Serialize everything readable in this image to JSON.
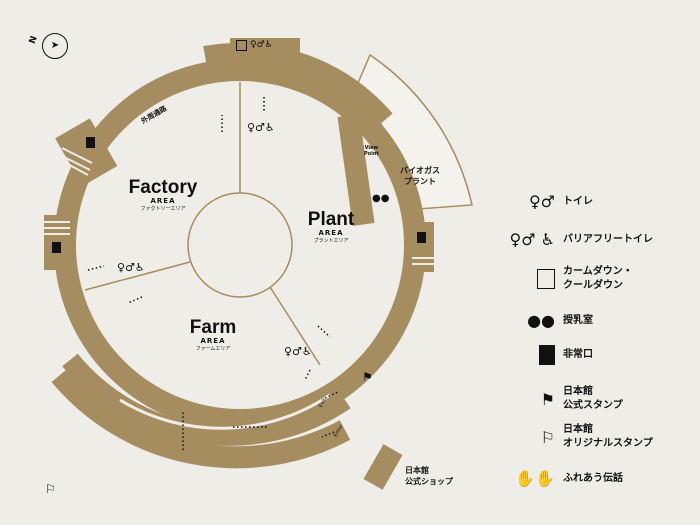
{
  "compass": {
    "north_label": "N"
  },
  "areas": [
    {
      "name": "Factory",
      "sub": "AREA",
      "jp": "ファクトリーエリア"
    },
    {
      "name": "Plant",
      "sub": "AREA",
      "jp": "プラントエリア"
    },
    {
      "name": "Farm",
      "sub": "AREA",
      "jp": "ファームエリア"
    }
  ],
  "map_labels": {
    "outer_path": "外周通路",
    "biogas_line1": "バイオガス",
    "biogas_line2": "プラント",
    "view_point_line1": "View",
    "view_point_line2": "Point",
    "exit": "Exit",
    "enter": "Enter",
    "shop_line1": "日本館",
    "shop_line2": "公式ショップ"
  },
  "legend": [
    {
      "icon": "restroom-icon",
      "lines": [
        "トイレ"
      ]
    },
    {
      "icon": "accessible-restroom-icon",
      "lines": [
        "バリアフリートイレ"
      ]
    },
    {
      "icon": "calm-down-room-icon",
      "lines": [
        "カームダウン・",
        "クールダウン"
      ]
    },
    {
      "icon": "nursing-room-icon",
      "lines": [
        "授乳室"
      ]
    },
    {
      "icon": "emergency-exit-icon",
      "lines": [
        "非常口"
      ]
    },
    {
      "icon": "official-stamp-icon",
      "lines": [
        "日本館",
        "公式スタンプ"
      ]
    },
    {
      "icon": "original-stamp-icon",
      "lines": [
        "日本館",
        "オリジナルスタンプ"
      ]
    },
    {
      "icon": "touch-telepathy-icon",
      "lines": [
        "ふれあう伝話"
      ]
    }
  ],
  "colors": {
    "background": "#efede7",
    "structure": "#a58d5f",
    "ink": "#111111"
  }
}
